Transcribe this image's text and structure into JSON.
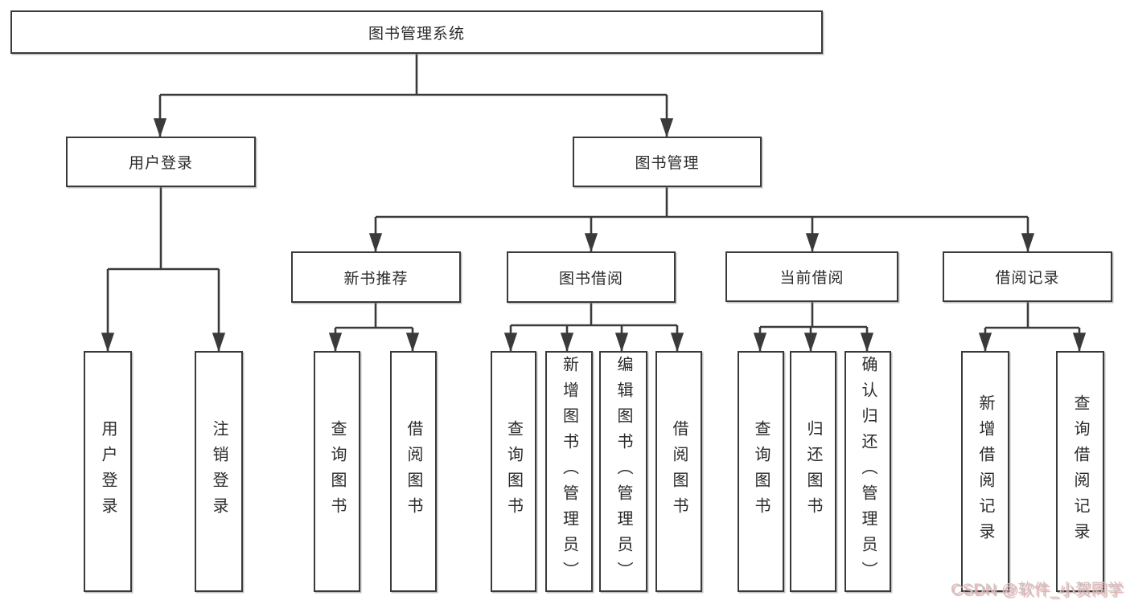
{
  "tree": {
    "root": {
      "label": "图书管理系统"
    },
    "branches": [
      {
        "label": "用户登录",
        "children": [
          {
            "label": "用户登录"
          },
          {
            "label": "注销登录"
          }
        ]
      },
      {
        "label": "图书管理",
        "children": [
          {
            "label": "新书推荐",
            "children": [
              {
                "label": "查询图书"
              },
              {
                "label": "借阅图书"
              }
            ]
          },
          {
            "label": "图书借阅",
            "children": [
              {
                "label": "查询图书"
              },
              {
                "label": "新增图书（管理员）"
              },
              {
                "label": "编辑图书（管理员）"
              },
              {
                "label": "借阅图书"
              }
            ]
          },
          {
            "label": "当前借阅",
            "children": [
              {
                "label": "查询图书"
              },
              {
                "label": "归还图书"
              },
              {
                "label": "确认归还（管理员）"
              }
            ]
          },
          {
            "label": "借阅记录",
            "children": [
              {
                "label": "新增借阅记录"
              },
              {
                "label": "查询借阅记录"
              }
            ]
          }
        ]
      }
    ]
  },
  "watermark": {
    "text": "CSDN @软件_小贺同学"
  },
  "colors": {
    "line": "#3a3a3a",
    "text": "#2a2a2a",
    "background": "#ffffff",
    "watermark_text": "#c6c6c6",
    "watermark_shadow": "#efa0a0"
  }
}
